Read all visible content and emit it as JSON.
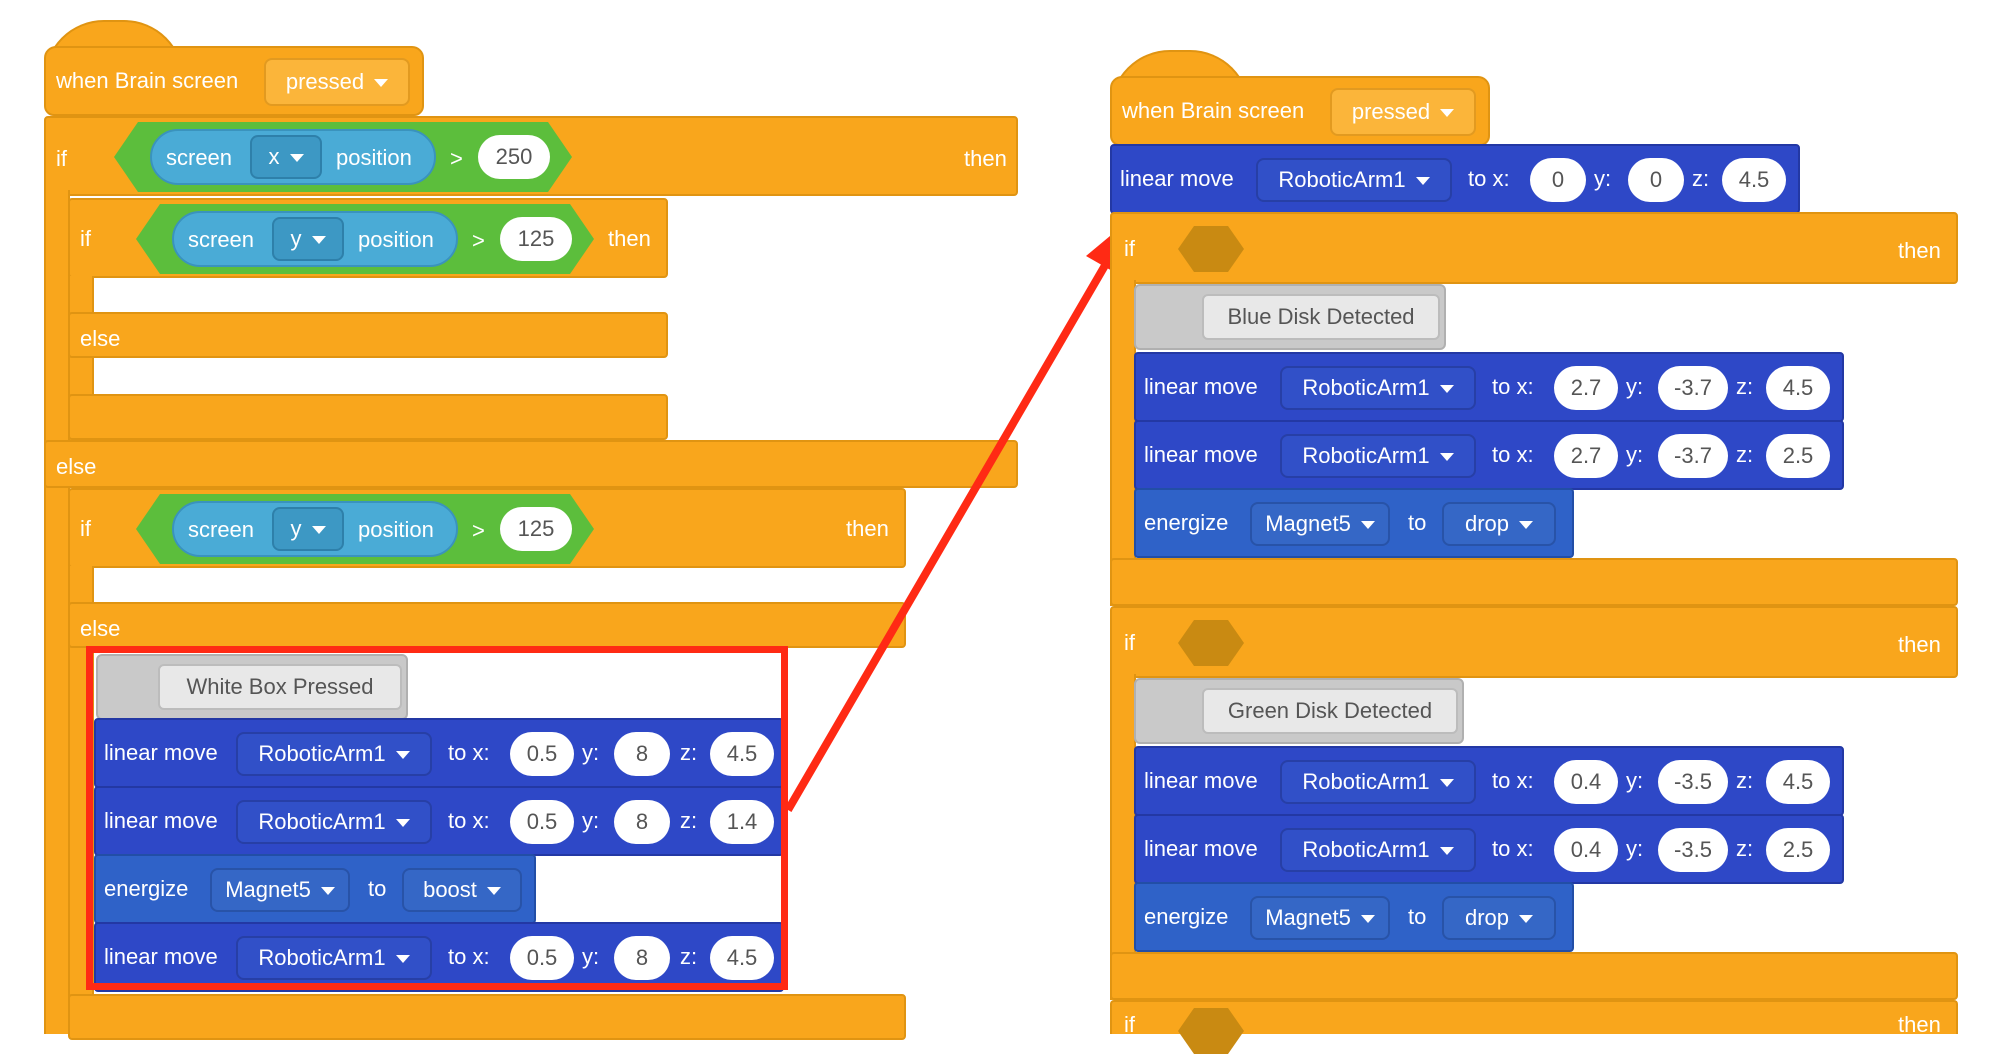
{
  "colors": {
    "control": "#f9a61c",
    "operator": "#5cbe3c",
    "sensing": "#4aabd6",
    "motion": "#2e48c7",
    "magnet": "#2f62c8",
    "comment": "#c9c9c9",
    "highlight": "#ff2a14"
  },
  "icons": {
    "dropdown": "caret-down-icon",
    "annotation_arrow": "arrow-icon"
  },
  "left": {
    "hat": {
      "label": "when Brain screen",
      "dropdown": "pressed"
    },
    "if1": {
      "kw_if": "if",
      "sensor": "screen",
      "axis": "x",
      "pos": "position",
      "op": ">",
      "value": "250",
      "kw_then": "then"
    },
    "if2": {
      "kw_if": "if",
      "sensor": "screen",
      "axis": "y",
      "pos": "position",
      "op": ">",
      "value": "125",
      "kw_then": "then",
      "kw_else": "else"
    },
    "else_outer": "else",
    "if3": {
      "kw_if": "if",
      "sensor": "screen",
      "axis": "y",
      "pos": "position",
      "op": ">",
      "value": "125",
      "kw_then": "then",
      "kw_else": "else"
    },
    "comment": "White Box Pressed",
    "moves": [
      {
        "label": "linear move",
        "arm": "RoboticArm1",
        "tox": "to x:",
        "x": "0.5",
        "ylbl": "y:",
        "y": "8",
        "zlbl": "z:",
        "z": "4.5"
      },
      {
        "label": "linear move",
        "arm": "RoboticArm1",
        "tox": "to x:",
        "x": "0.5",
        "ylbl": "y:",
        "y": "8",
        "zlbl": "z:",
        "z": "1.4"
      }
    ],
    "energize": {
      "label": "energize",
      "magnet": "Magnet5",
      "to": "to",
      "mode": "boost"
    },
    "move_last": {
      "label": "linear move",
      "arm": "RoboticArm1",
      "tox": "to x:",
      "x": "0.5",
      "ylbl": "y:",
      "y": "8",
      "zlbl": "z:",
      "z": "4.5"
    }
  },
  "right": {
    "hat": {
      "label": "when Brain screen",
      "dropdown": "pressed"
    },
    "move0": {
      "label": "linear move",
      "arm": "RoboticArm1",
      "tox": "to x:",
      "x": "0",
      "ylbl": "y:",
      "y": "0",
      "zlbl": "z:",
      "z": "4.5"
    },
    "ifA": {
      "kw_if": "if",
      "kw_then": "then",
      "comment": "Blue Disk Detected",
      "moves": [
        {
          "label": "linear move",
          "arm": "RoboticArm1",
          "tox": "to x:",
          "x": "2.7",
          "ylbl": "y:",
          "y": "-3.7",
          "zlbl": "z:",
          "z": "4.5"
        },
        {
          "label": "linear move",
          "arm": "RoboticArm1",
          "tox": "to x:",
          "x": "2.7",
          "ylbl": "y:",
          "y": "-3.7",
          "zlbl": "z:",
          "z": "2.5"
        }
      ],
      "energize": {
        "label": "energize",
        "magnet": "Magnet5",
        "to": "to",
        "mode": "drop"
      }
    },
    "ifB": {
      "kw_if": "if",
      "kw_then": "then",
      "comment": "Green Disk Detected",
      "moves": [
        {
          "label": "linear move",
          "arm": "RoboticArm1",
          "tox": "to x:",
          "x": "0.4",
          "ylbl": "y:",
          "y": "-3.5",
          "zlbl": "z:",
          "z": "4.5"
        },
        {
          "label": "linear move",
          "arm": "RoboticArm1",
          "tox": "to x:",
          "x": "0.4",
          "ylbl": "y:",
          "y": "-3.5",
          "zlbl": "z:",
          "z": "2.5"
        }
      ],
      "energize": {
        "label": "energize",
        "magnet": "Magnet5",
        "to": "to",
        "mode": "drop"
      }
    },
    "ifC": {
      "kw_if": "if",
      "kw_then": "then"
    }
  }
}
